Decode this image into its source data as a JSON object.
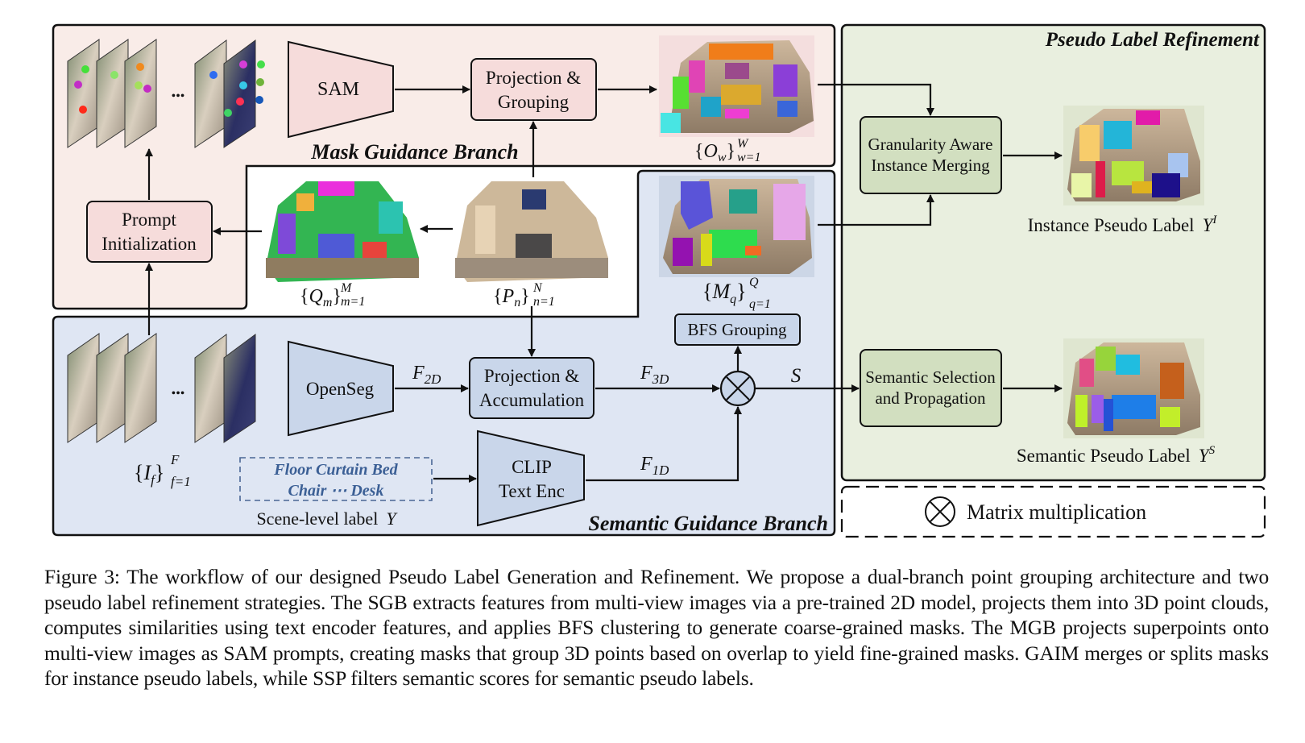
{
  "colors": {
    "mask_branch_bg": "#f9ece8",
    "mask_box_fill": "#f6dcdb",
    "semantic_branch_bg": "#dfe6f3",
    "semantic_box_fill": "#c9d6ea",
    "refine_bg": "#e9efdf",
    "refine_box_fill": "#d2dfc0",
    "scene_label_text": "#3b5f95",
    "stroke": "#111111"
  },
  "panels": {
    "mask_branch_title": "Mask Guidance Branch",
    "semantic_branch_title": "Semantic Guidance Branch",
    "refinement_title": "Pseudo Label Refinement"
  },
  "modules": {
    "sam": "SAM",
    "projection_grouping": [
      "Projection &",
      "Grouping"
    ],
    "prompt_init": [
      "Prompt",
      "Initialization"
    ],
    "opensig": "OpenSeg",
    "projection_accumulation": [
      "Projection &",
      "Accumulation"
    ],
    "clip": [
      "CLIP",
      "Text Enc"
    ],
    "bfs_grouping": "BFS Grouping",
    "gaim": [
      "Granularity Aware",
      "Instance Merging"
    ],
    "ssp": [
      "Semantic Selection",
      "and Propagation"
    ]
  },
  "math_labels": {
    "O": {
      "base": "O",
      "sub": "w",
      "sup": "W",
      "range": "w=1"
    },
    "Q": {
      "base": "Q",
      "sub": "m",
      "sup": "M",
      "range": "m=1"
    },
    "P": {
      "base": "P",
      "sub": "n",
      "sup": "N",
      "range": "n=1"
    },
    "M": {
      "base": "M",
      "sub": "q",
      "sup": "Q",
      "range": "q=1"
    },
    "I": {
      "base": "I",
      "sub": "f",
      "sup": "F",
      "range": "f=1"
    },
    "f2d": {
      "base": "F",
      "sub": "2D"
    },
    "f3d": {
      "base": "F",
      "sub": "3D"
    },
    "f1d": {
      "base": "F",
      "sub": "1D"
    },
    "s": "S"
  },
  "scene_label": {
    "line1": "Floor Curtain Bed",
    "line2": "Chair ⋯ Desk",
    "caption": "Scene-level label",
    "symbol": "Y"
  },
  "outputs": {
    "instance_label": "Instance Pseudo Label",
    "instance_symbol": "Y",
    "instance_sup": "I",
    "semantic_label": "Semantic Pseudo Label",
    "semantic_symbol": "Y",
    "semantic_sup": "S"
  },
  "legend": {
    "symbol": "⊗",
    "text": "Matrix multiplication"
  },
  "ellipsis": "•••",
  "caption": "Figure 3: The workflow of our designed Pseudo Label Generation and Refinement. We propose a dual-branch point grouping architecture and two pseudo label refinement strategies. The SGB extracts features from multi-view images via a pre-trained 2D model, projects them into 3D point clouds, computes similarities using text encoder features, and applies BFS clustering to generate coarse-grained masks. The MGB projects superpoints onto multi-view images as SAM prompts, creating masks that group 3D points based on overlap to yield fine-grained masks. GAIM merges or splits masks for instance pseudo labels, while SSP filters semantic scores for semantic pseudo labels."
}
